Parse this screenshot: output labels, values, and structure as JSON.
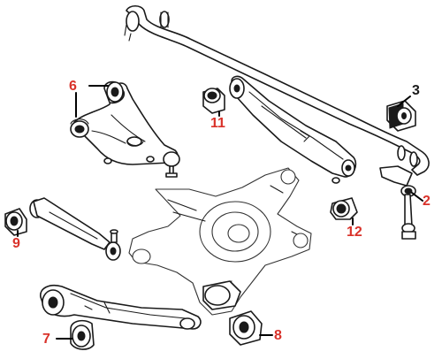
{
  "diagram": {
    "colors": {
      "callout": "#d9322a",
      "callout_dark": "#1a1a1a",
      "line": "#1a1a1a"
    },
    "callouts": [
      {
        "id": "2",
        "label": "2",
        "color": "red"
      },
      {
        "id": "3",
        "label": "3",
        "color": "black"
      },
      {
        "id": "6",
        "label": "6",
        "color": "red"
      },
      {
        "id": "7",
        "label": "7",
        "color": "red"
      },
      {
        "id": "8",
        "label": "8",
        "color": "red"
      },
      {
        "id": "9",
        "label": "9",
        "color": "red"
      },
      {
        "id": "11",
        "label": "11",
        "color": "red"
      },
      {
        "id": "12",
        "label": "12",
        "color": "red"
      }
    ]
  }
}
